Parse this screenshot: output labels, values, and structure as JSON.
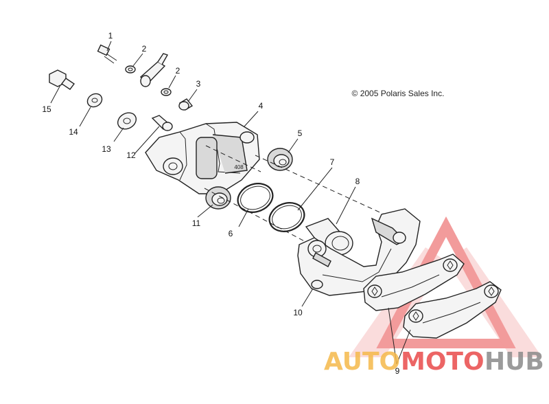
{
  "copyright": "© 2005 Polaris Sales Inc.",
  "stamp": "408",
  "callouts": {
    "c1": "1",
    "c2a": "2",
    "c2b": "2",
    "c3": "3",
    "c4": "4",
    "c5": "5",
    "c6": "6",
    "c7": "7",
    "c8": "8",
    "c9": "9",
    "c10": "10",
    "c11": "11",
    "c12": "12",
    "c13": "13",
    "c14": "14",
    "c15": "15"
  },
  "watermark": {
    "part1": "AUTO",
    "part2": "MOTO",
    "part3": "HUB"
  },
  "colors": {
    "watermark_orange": "#f5b94a",
    "watermark_red": "#e94a4a",
    "watermark_gray": "#8a8a8a",
    "line": "#222222"
  }
}
